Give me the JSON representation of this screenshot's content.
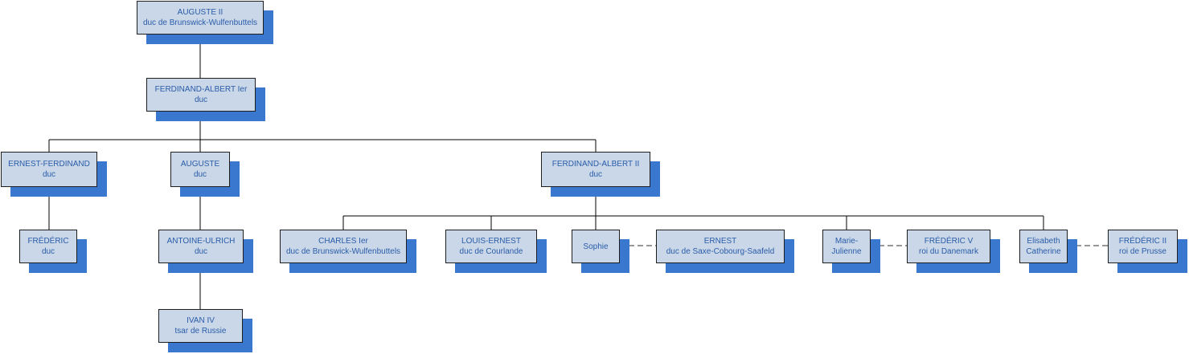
{
  "persons": {
    "auguste_ii": {
      "line1": "AUGUSTE II",
      "line2": "duc de Brunswick-Wulfenbuttels"
    },
    "ferdinand_albert_1": {
      "line1": "FERDINAND-ALBERT Ier",
      "line2": "duc"
    },
    "ernest_ferdinand": {
      "line1": "ERNEST-FERDINAND",
      "line2": "duc"
    },
    "auguste": {
      "line1": "AUGUSTE",
      "line2": "duc"
    },
    "ferdinand_albert_2": {
      "line1": "FERDINAND-ALBERT II",
      "line2": "duc"
    },
    "frederic": {
      "line1": "FRÉDÉRIC",
      "line2": "duc"
    },
    "antoine_ulrich": {
      "line1": "ANTOINE-ULRICH",
      "line2": "duc"
    },
    "ivan_iv": {
      "line1": "IVAN IV",
      "line2": "tsar de Russie"
    },
    "charles_1": {
      "line1": "CHARLES Ier",
      "line2": "duc de Brunswick-Wulfenbuttels"
    },
    "louis_ernest": {
      "line1": "LOUIS-ERNEST",
      "line2": "duc de Courlande"
    },
    "sophie": {
      "line1": "Sophie",
      "line2": ""
    },
    "ernest": {
      "line1": "ERNEST",
      "line2": "duc de Saxe-Cobourg-Saafeld"
    },
    "marie_julienne": {
      "line1": "Marie-",
      "line2": "Julienne"
    },
    "frederic_v": {
      "line1": "FRÉDÉRIC V",
      "line2": "roi du Danemark"
    },
    "elisabeth_catherine": {
      "line1": "Elisabeth",
      "line2": "Catherine"
    },
    "frederic_ii": {
      "line1": "FRÉDÉRIC II",
      "line2": "roi de Prusse"
    }
  },
  "colors": {
    "box_fill": "#c9d7e8",
    "box_border": "#1e1e1e",
    "text": "#2a5ca8",
    "shadow": "#3a78d0",
    "line": "#000000",
    "marriage_line": "#777777"
  }
}
